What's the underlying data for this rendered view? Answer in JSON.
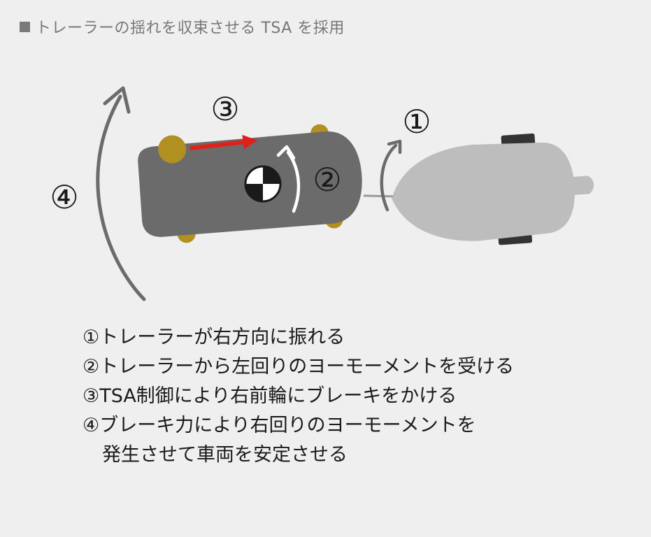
{
  "header": {
    "title": "トレーラーの揺れを収束させる TSA を採用"
  },
  "diagram": {
    "labels": {
      "one": "①",
      "two": "②",
      "three": "③",
      "four": "④"
    },
    "colors": {
      "car_body": "#6b6b6b",
      "trailer_body": "#bdbdbd",
      "wheel": "#b09020",
      "brake_arrow": "#e0201a",
      "yaw_arrow": "#6b6b6b",
      "turn_arrow_light": "#ffffff"
    }
  },
  "steps": [
    "①トレーラーが右方向に振れる",
    "②トレーラーから左回りのヨーモーメントを受ける",
    "③TSA制御により右前輪にブレーキをかける",
    "④ブレーキ力により右回りのヨーモーメントを",
    "発生させて車両を安定させる"
  ]
}
